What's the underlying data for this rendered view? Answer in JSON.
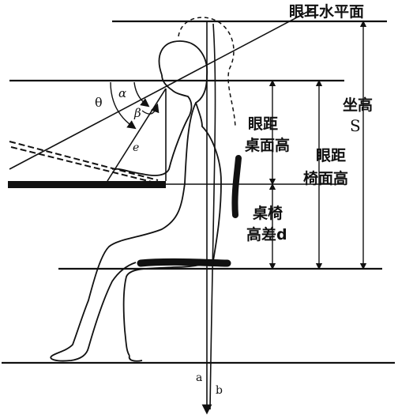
{
  "labels": {
    "eye_ear_plane": "眼耳水平面",
    "sitting_height_line1": "坐高",
    "sitting_height_symbol": "S",
    "eye_desk_line1": "眼距",
    "eye_desk_line2": "桌面高",
    "eye_seat_line1": "眼距",
    "eye_seat_line2": "椅面高",
    "desk_chair_line1": "桌椅",
    "desk_chair_line2": "高差d",
    "angle_theta": "θ",
    "angle_alpha": "α",
    "angle_beta": "β",
    "sight_e": "e",
    "axis_a": "a",
    "axis_b": "b"
  }
}
